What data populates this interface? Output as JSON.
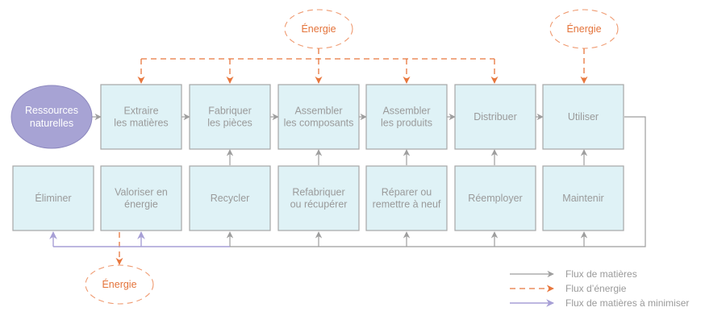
{
  "diagram": {
    "resource_node": {
      "label_lines": [
        "Ressources",
        "naturelles"
      ],
      "color": "#a7a3d4"
    },
    "top_row": [
      {
        "id": "extraire",
        "label_lines": [
          "Extraire",
          "les matières"
        ]
      },
      {
        "id": "fabriquer",
        "label_lines": [
          "Fabriquer",
          "les pièces"
        ]
      },
      {
        "id": "assembler-composants",
        "label_lines": [
          "Assembler",
          "les composants"
        ]
      },
      {
        "id": "assembler-produits",
        "label_lines": [
          "Assembler",
          "les produits"
        ]
      },
      {
        "id": "distribuer",
        "label_lines": [
          "Distribuer"
        ]
      },
      {
        "id": "utiliser",
        "label_lines": [
          "Utiliser"
        ]
      }
    ],
    "bottom_row": [
      {
        "id": "eliminer",
        "label_lines": [
          "Éliminer"
        ]
      },
      {
        "id": "valoriser",
        "label_lines": [
          "Valoriser en",
          "énergie"
        ]
      },
      {
        "id": "recycler",
        "label_lines": [
          "Recycler"
        ]
      },
      {
        "id": "refabriquer",
        "label_lines": [
          "Refabriquer",
          "ou récupérer"
        ]
      },
      {
        "id": "reparer",
        "label_lines": [
          "Réparer ou",
          "remettre à neuf"
        ]
      },
      {
        "id": "reemployer",
        "label_lines": [
          "Réemployer"
        ]
      },
      {
        "id": "maintenir",
        "label_lines": [
          "Maintenir"
        ]
      }
    ],
    "energy_nodes": [
      {
        "id": "energy-production",
        "label": "Énergie"
      },
      {
        "id": "energy-use",
        "label": "Énergie"
      },
      {
        "id": "energy-recovery",
        "label": "Énergie"
      }
    ],
    "colors": {
      "box_fill": "#dff2f6",
      "box_stroke": "#a6a6a6",
      "material_flow": "#9e9e9e",
      "energy_flow": "#e8773d",
      "minimize_flow": "#a79fd6"
    }
  },
  "legend": {
    "items": [
      {
        "type": "material",
        "label": "Flux de matières"
      },
      {
        "type": "energy",
        "label": "Flux d’énergie"
      },
      {
        "type": "minimize",
        "label": "Flux de matières à minimiser"
      }
    ]
  }
}
